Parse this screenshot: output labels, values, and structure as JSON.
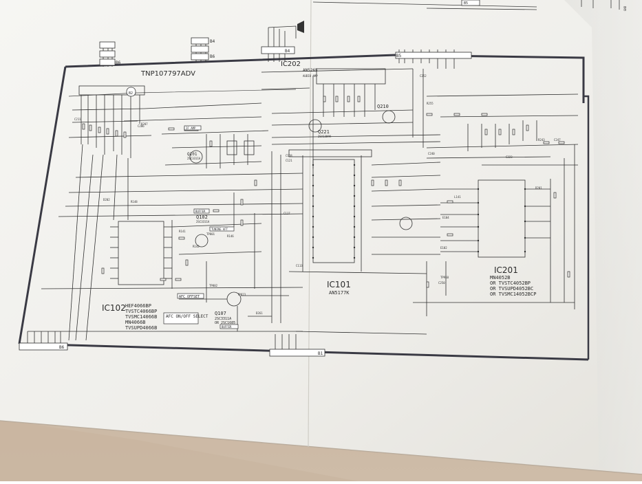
{
  "board_id": "TNP107797ADV",
  "board_marker": "B2",
  "connectors": {
    "top_left": "B6",
    "top_mid_a": "B4",
    "top_mid_b": "B6",
    "speaker_conn": "B4",
    "top_right": "B5",
    "top_right_far": "B5",
    "bottom_left": "B6",
    "bottom_mid": "B1"
  },
  "ics": {
    "ic202": {
      "ref": "IC202",
      "part": "AN5265",
      "sub": "AUDIO AMP"
    },
    "ic101": {
      "ref": "IC101",
      "part": "AN5177K"
    },
    "ic102": {
      "ref": "IC102",
      "parts": [
        "HEF4066BP",
        "TVSTC4066BP",
        "TVSMC14066B",
        "MN4066B",
        "TVSUPD4066B"
      ]
    },
    "ic201": {
      "ref": "IC201",
      "parts": [
        "MN4052B",
        "OR TVSTC4052BP",
        "OR TVSUPD4052BC",
        "OR TVSMC14052BCP"
      ]
    }
  },
  "transistors": {
    "q221": {
      "ref": "Q221",
      "part": "2SA1309A"
    },
    "q210": {
      "ref": "Q210"
    },
    "q101": {
      "ref": "Q101",
      "part": "2SC3311A"
    },
    "q102": {
      "ref": "Q102",
      "part": "2SC3311A"
    },
    "q107": {
      "ref": "Q107",
      "part": "2SC3311A",
      "alt": "OR 2SC1685"
    }
  },
  "tags": {
    "buffer": "BUFFER",
    "tuning_aft": "TUNING AFT",
    "afc_offset": "AFC OFFSET",
    "afc_on_off_select": "AFC ON/OFF SELECT",
    "buffer2": "BUFFER",
    "if_amp": "IF AMP",
    "audio_amp": "AUDIO AMP"
  },
  "ref_labels": {
    "c121": "C121",
    "c118": "C118",
    "c117": "C117",
    "c113": "C113",
    "r148": "R148",
    "r141": "R141",
    "r142": "R142",
    "r146": "R146",
    "d202": "D202",
    "c206": "C206",
    "r207": "R207",
    "c211": "C211",
    "c240": "C240",
    "c247": "C247",
    "r243": "R243",
    "c223": "C223",
    "c250": "C250",
    "r255": "R255",
    "c252": "C252",
    "d201": "D201",
    "l141": "L141",
    "e104": "E104",
    "e102": "E102",
    "tp802": "TP802",
    "tp823": "TP823",
    "tp910": "TP910",
    "tp801": "TP801",
    "d261": "D261"
  },
  "colors": {
    "tabletop": "#c9b9a6",
    "paper": "#f1f0ec",
    "ink": "#2c2c2c",
    "frame": "#3a3a44"
  }
}
